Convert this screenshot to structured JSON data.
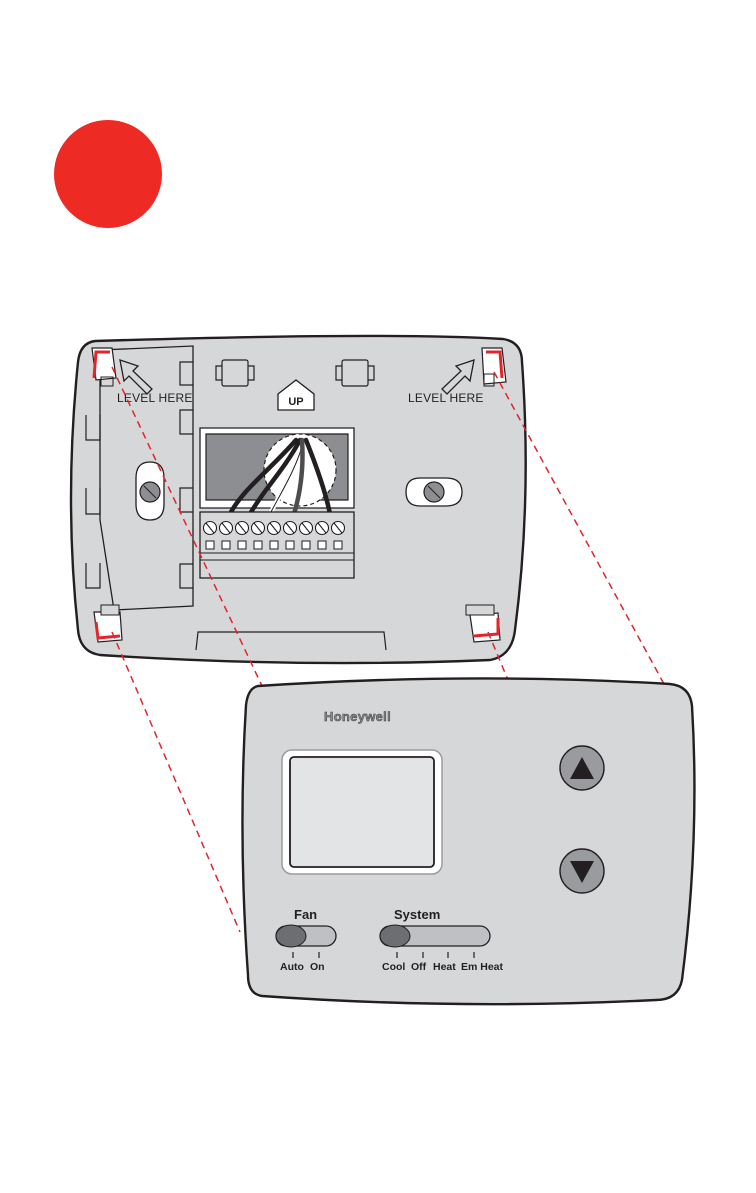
{
  "colors": {
    "step_marker": "#ee2a24",
    "plate_fill": "#d6d7d9",
    "plate_stroke": "#231f20",
    "guide_lines": "#e0262b",
    "display_fill": "#e3e4e6"
  },
  "wallplate": {
    "level_left": "LEVEL HERE",
    "level_right": "LEVEL HERE",
    "up_label": "UP",
    "terminal_count": 9
  },
  "thermostat": {
    "brand": "Honeywell",
    "up_button_icon": "triangle-up-icon",
    "down_button_icon": "triangle-down-icon",
    "fan": {
      "label": "Fan",
      "positions": [
        "Auto",
        "On"
      ]
    },
    "system": {
      "label": "System",
      "positions": [
        "Cool",
        "Off",
        "Heat",
        "Em Heat"
      ]
    }
  }
}
